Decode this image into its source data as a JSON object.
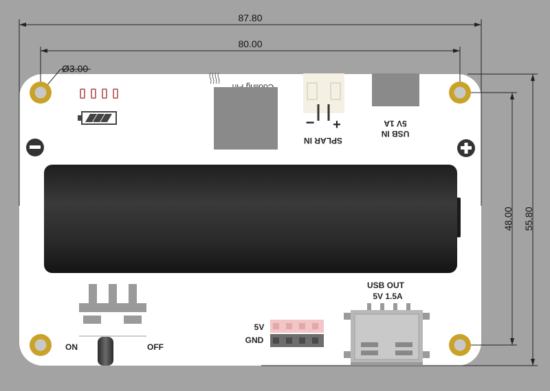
{
  "dimensions": {
    "total_width": "87.80",
    "hole_spacing_x": "80.00",
    "hole_diameter": "Ø3.00",
    "hole_spacing_y": "48.00",
    "total_height": "55.80"
  },
  "labels": {
    "cooling_fin": "Cooling Fin",
    "solar_in": "SPLAR IN",
    "solar_minus": "−",
    "solar_plus": "+",
    "usb_in_line1": "USB IN",
    "usb_in_line2": "5V 1A",
    "usb_out_line1": "USB OUT",
    "usb_out_line2": "5V 1.5A",
    "header_5v": "5V",
    "header_gnd": "GND",
    "switch_on": "ON",
    "switch_off": "OFF"
  },
  "icons": {
    "battery_minus": "minus-circle-icon",
    "battery_plus": "plus-circle-icon"
  },
  "colors": {
    "background": "#a3a3a3",
    "board": "#ffffff",
    "dimension_line": "#222222",
    "mount_hole_ring": "#c9a227",
    "battery": "#2e2e2e",
    "led_pad": "#d98b8b",
    "header_5v": "#f2c6c6",
    "header_gnd": "#6d6d6d"
  }
}
